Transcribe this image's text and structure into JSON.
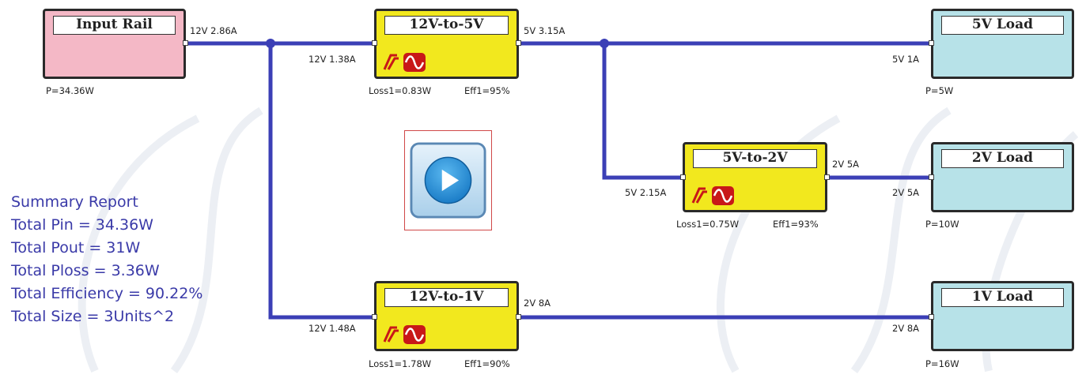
{
  "colors": {
    "wire": "#3b3fb6",
    "source_fill": "#f4b8c6",
    "converter_fill": "#f2e81e",
    "load_fill": "#b7e2e8",
    "summary_text": "#3a3aa8"
  },
  "blocks": {
    "input_rail": {
      "title": "Input Rail",
      "power": "P=34.36W",
      "out_label": "12V 2.86A"
    },
    "conv_12_5": {
      "title": "12V-to-5V",
      "in_label": "12V 1.38A",
      "out_label": "5V 3.15A",
      "loss": "Loss1=0.83W",
      "eff": "Eff1=95%"
    },
    "conv_5_2": {
      "title": "5V-to-2V",
      "in_label": "5V 2.15A",
      "out_label": "2V 5A",
      "loss": "Loss1=0.75W",
      "eff": "Eff1=93%"
    },
    "conv_12_1": {
      "title": "12V-to-1V",
      "in_label": "12V 1.48A",
      "out_label": "2V 8A",
      "loss": "Loss1=1.78W",
      "eff": "Eff1=90%"
    },
    "load_5v": {
      "title": "5V Load",
      "in_label": "5V 1A",
      "power": "P=5W"
    },
    "load_2v": {
      "title": "2V Load",
      "in_label": "2V 5A",
      "power": "P=10W"
    },
    "load_1v": {
      "title": "1V Load",
      "in_label": "2V 8A",
      "power": "P=16W"
    }
  },
  "summary": {
    "heading": "Summary Report",
    "total_pin": "Total Pin = 34.36W",
    "total_pout": "Total Pout = 31W",
    "total_ploss": "Total Ploss = 3.36W",
    "total_efficiency": "Total Efficiency = 90.22%",
    "total_size": "Total Size = 3Units^2"
  },
  "icons": {
    "play": "play-icon",
    "converter_logo": "linear-tech-logo-icon"
  }
}
